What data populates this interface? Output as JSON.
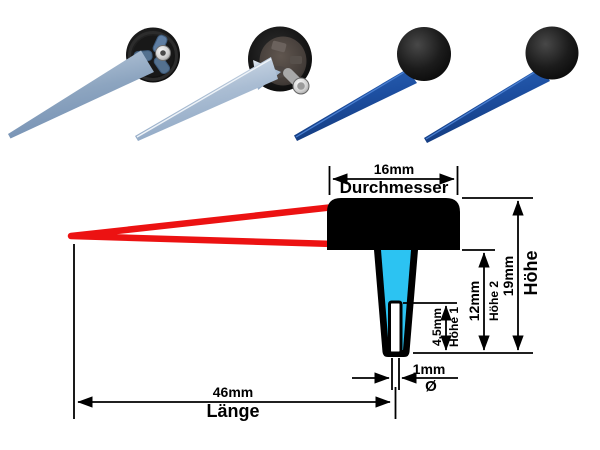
{
  "figure": {
    "type": "product-image-clock-second-hands",
    "photos": [
      {
        "name": "second-hand-steel-blue-back-view"
      },
      {
        "name": "second-hand-steel-blue-back-view-angled-with-pin"
      },
      {
        "name": "second-hand-dark-blue-black-knob-front-view"
      },
      {
        "name": "second-hand-dark-blue-black-knob-front-view-2"
      }
    ]
  },
  "diagram": {
    "diameter": {
      "value": "16mm",
      "label": "Durchmesser"
    },
    "height": {
      "value": "19mm",
      "label": "Höhe"
    },
    "height2": {
      "value": "12mm",
      "label": "Höhe 2"
    },
    "height1": {
      "value": "4,5mm",
      "label": "Höhe 1"
    },
    "hole": {
      "value": "1mm",
      "label": "Ø"
    },
    "length": {
      "value": "46mm",
      "label": "Länge"
    }
  },
  "colors": {
    "hand_red": "#ec1212",
    "shaft_cyan": "#2cc3f2",
    "outline_black": "#000000",
    "hand_steel_blue": "#8ba3bd",
    "hand_dark_blue": "#1d4fa1",
    "background": "#ffffff"
  }
}
